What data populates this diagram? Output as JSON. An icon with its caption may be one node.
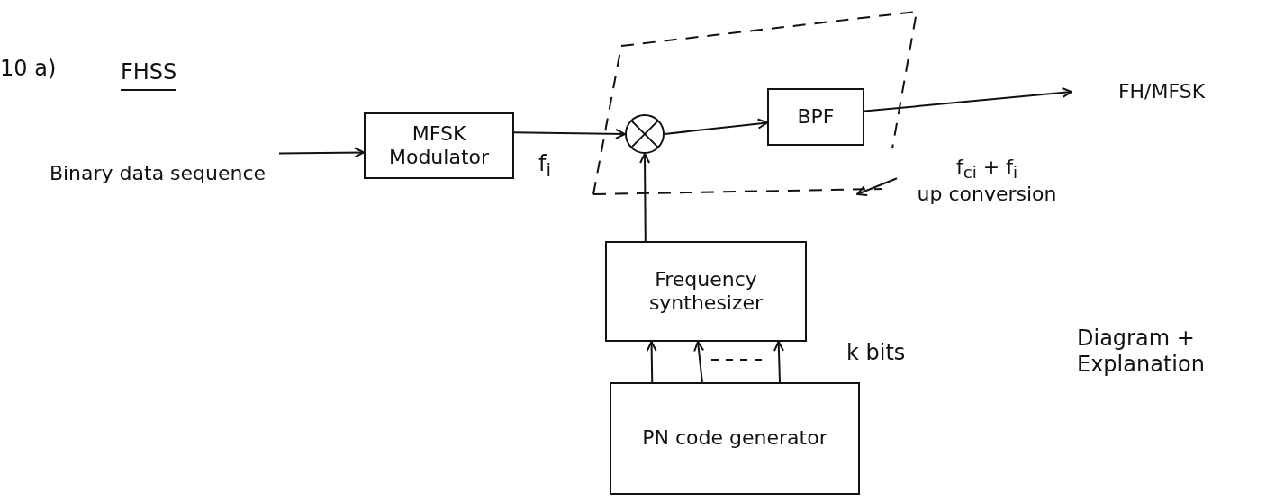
{
  "diagram": {
    "nodes": [
      {
        "text": [
          "Binary data sequence"
        ]
      },
      {
        "text": [
          "MFSK",
          "Modulator"
        ]
      },
      {
        "text": [],
        "shape": "box"
      },
      {
        "text": [],
        "shape": "circle",
        "in": 2
      },
      {
        "text": [
          "BPF"
        ],
        "in": 2
      },
      {
        "text": [
          "FH/MFSK"
        ]
      },
      {
        "text": [
          "f$_{ci}$ + f$_{i}$",
          "up conversion"
        ]
      },
      {
        "text": [
          "Frequency synthesizer"
        ]
      },
      {
        "text": [
          "PN code generator"
        ]
      }
    ],
    "edges": [
      {
        "from": 0,
        "to": 1,
        "arrow": "to"
      },
      {
        "from": 1,
        "to": 3,
        "arrow": "to"
      },
      {
        "from": 3,
        "to": 4,
        "arrow": "to"
      },
      {
        "from": 4,
        "to": 5,
        "arrow": "to"
      },
      {
        "from": 7,
        "to": 3,
        "arrow": "to"
      },
      {
        "from": 8,
        "to": 7,
        "arrow": "to"
      },
      {
        "from": 8,
        "to": 7,
        "arrow": "to"
      },
      {
        "from": 8,
        "to": 7,
        "arrow": "to"
      },
      {
        "from": 6,
        "to": 2,
        "arrow": "to"
      }
    ],
    "labels": [
      "10 a)",
      "FHSS",
      "f$_{i}$",
      "k bits",
      "Diagram + Explanation"
    ]
  }
}
